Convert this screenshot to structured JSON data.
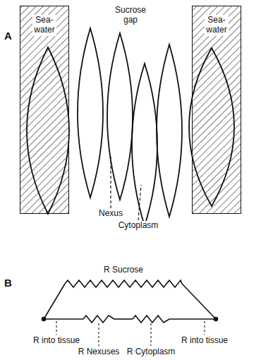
{
  "diagram": {
    "nodes": [
      {
        "text": [
          "Sea- water"
        ]
      },
      {
        "text": [
          "Sea- water"
        ]
      }
    ],
    "labels": [
      "A",
      "Sucrose gap",
      "Nexus",
      "Cytoplasm",
      "B",
      "R Sucrose",
      "R into tissue",
      "R Nexuses",
      "R Cytoplasm",
      "R into tissue"
    ]
  }
}
